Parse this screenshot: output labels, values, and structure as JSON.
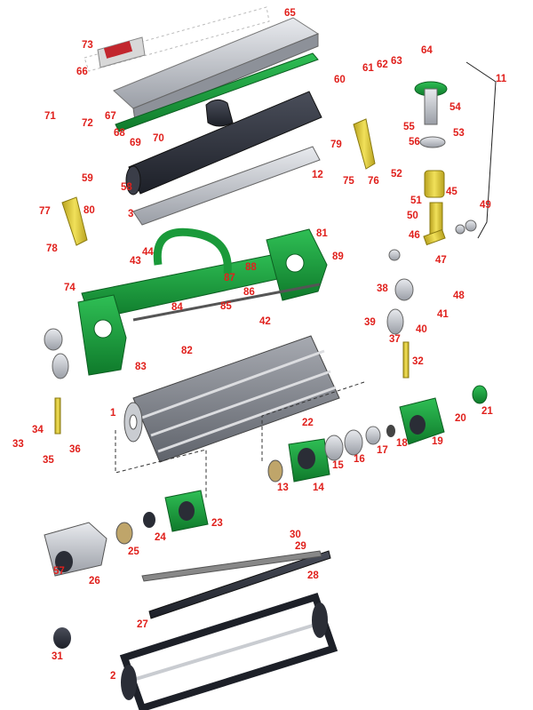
{
  "colors": {
    "callout": "#e0201c",
    "frame_green": "#1a9a3a",
    "reel_gray": "#7d8088",
    "dark_roller": "#2a2d36",
    "yellow_part": "#e2cf3a",
    "silver": "#c9ccd1"
  },
  "callouts": [
    "1",
    "2",
    "3",
    "12",
    "13",
    "14",
    "15",
    "16",
    "17",
    "18",
    "19",
    "20",
    "21",
    "22",
    "23",
    "24",
    "25",
    "26",
    "27",
    "28",
    "29",
    "30",
    "31",
    "32",
    "33",
    "34",
    "35",
    "36",
    "37",
    "38",
    "39",
    "40",
    "41",
    "42",
    "43",
    "44",
    "45",
    "46",
    "47",
    "48",
    "49",
    "50",
    "51",
    "52",
    "53",
    "54",
    "55",
    "56",
    "57",
    "58",
    "59",
    "60",
    "61",
    "62",
    "63",
    "64",
    "65",
    "66",
    "67",
    "68",
    "69",
    "70",
    "71",
    "72",
    "73",
    "74",
    "75",
    "76",
    "77",
    "78",
    "79",
    "80",
    "81",
    "82",
    "83",
    "84",
    "85",
    "86",
    "87",
    "88",
    "89",
    "11"
  ]
}
